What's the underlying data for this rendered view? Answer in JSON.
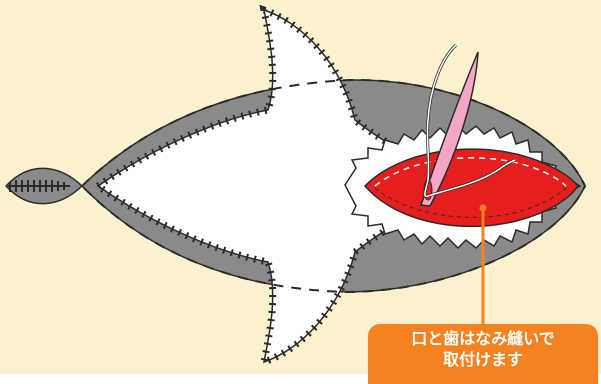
{
  "colors": {
    "background": "#fbf1cf",
    "body_grey": "#8a8a8a",
    "outline": "#2b2b2b",
    "fabric_white": "#ffffff",
    "mouth_red": "#e61e1e",
    "callout_orange": "#f58220",
    "thread_pink": "#f4a6c6",
    "leader_line": "#f58220"
  },
  "icons": {
    "needle": "sewing-needle-icon",
    "stitches": "blanket-stitch-pattern"
  },
  "callout": {
    "line1": "口と歯はなみ縫いで",
    "line2": "取付けます"
  }
}
